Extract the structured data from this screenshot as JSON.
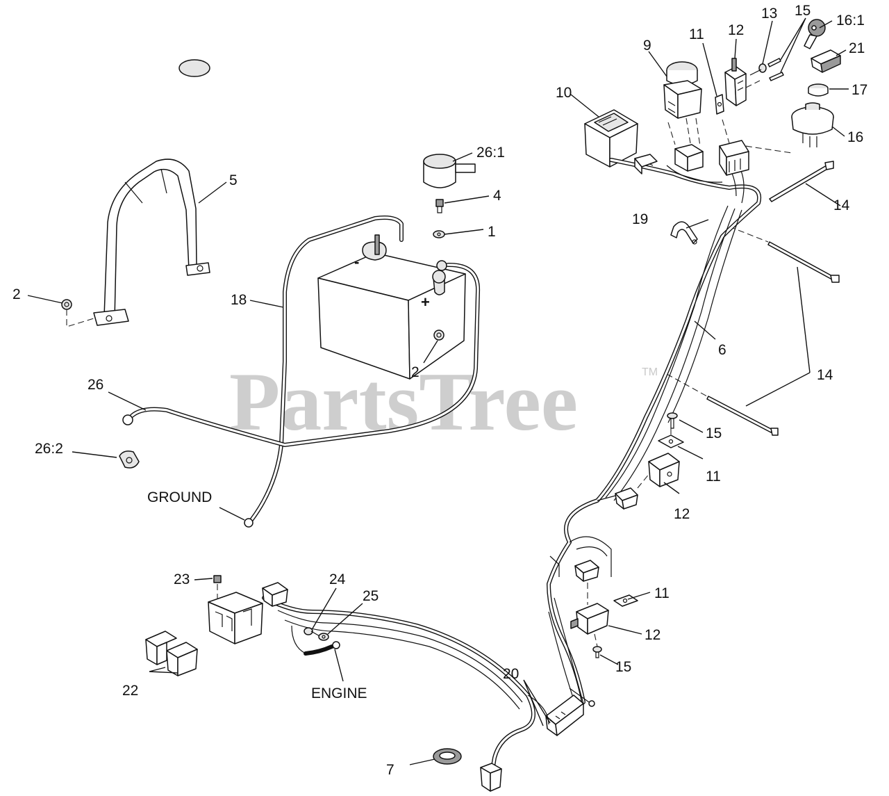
{
  "watermark": {
    "text": "PartsTree",
    "trademark": "TM"
  },
  "signs": {
    "negative": "-",
    "positive": "+"
  },
  "words": {
    "ground": "GROUND",
    "engine": "ENGINE"
  },
  "callouts": [
    {
      "id": "c1",
      "text": "1"
    },
    {
      "id": "c2a",
      "text": "2"
    },
    {
      "id": "c2b",
      "text": "2"
    },
    {
      "id": "c4",
      "text": "4"
    },
    {
      "id": "c5",
      "text": "5"
    },
    {
      "id": "c6",
      "text": "6"
    },
    {
      "id": "c7",
      "text": "7"
    },
    {
      "id": "c9",
      "text": "9"
    },
    {
      "id": "c10",
      "text": "10"
    },
    {
      "id": "c11a",
      "text": "11"
    },
    {
      "id": "c11b",
      "text": "11"
    },
    {
      "id": "c11c",
      "text": "11"
    },
    {
      "id": "c12a",
      "text": "12"
    },
    {
      "id": "c12b",
      "text": "12"
    },
    {
      "id": "c12c",
      "text": "12"
    },
    {
      "id": "c13",
      "text": "13"
    },
    {
      "id": "c14a",
      "text": "14"
    },
    {
      "id": "c14b",
      "text": "14"
    },
    {
      "id": "c15a",
      "text": "15"
    },
    {
      "id": "c15b",
      "text": "15"
    },
    {
      "id": "c15c",
      "text": "15"
    },
    {
      "id": "c16",
      "text": "16"
    },
    {
      "id": "c16_1",
      "text": "16:1"
    },
    {
      "id": "c17",
      "text": "17"
    },
    {
      "id": "c18",
      "text": "18"
    },
    {
      "id": "c19",
      "text": "19"
    },
    {
      "id": "c20",
      "text": "20"
    },
    {
      "id": "c21",
      "text": "21"
    },
    {
      "id": "c22",
      "text": "22"
    },
    {
      "id": "c23",
      "text": "23"
    },
    {
      "id": "c24",
      "text": "24"
    },
    {
      "id": "c25",
      "text": "25"
    },
    {
      "id": "c26",
      "text": "26"
    },
    {
      "id": "c26_1",
      "text": "26:1"
    },
    {
      "id": "c26_2",
      "text": "26:2"
    }
  ]
}
